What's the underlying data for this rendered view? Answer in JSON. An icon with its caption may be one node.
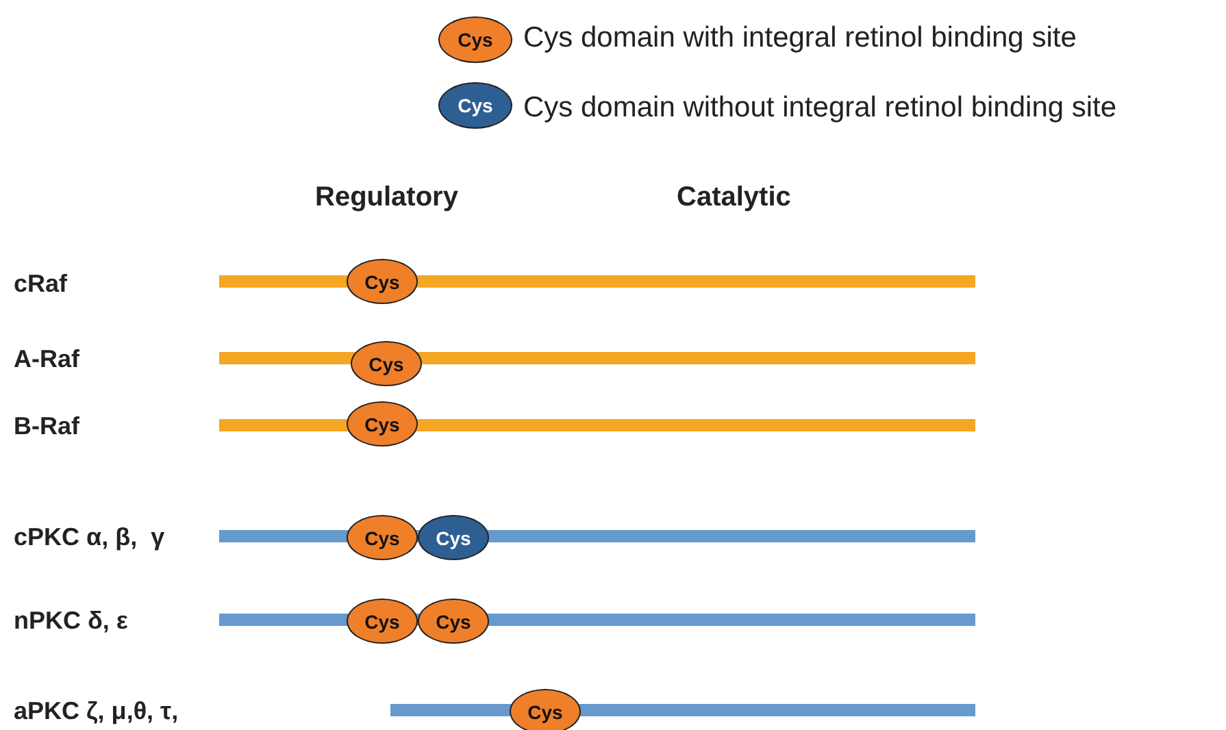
{
  "diagram": {
    "nodes": [
      {
        "text": [],
        "shape": "bar"
      },
      {
        "text": [
          "Cys"
        ]
      },
      {
        "text": [],
        "shape": "bar"
      },
      {
        "text": [
          "Cys"
        ]
      },
      {
        "text": [],
        "shape": "bar"
      },
      {
        "text": [
          "Cys"
        ]
      },
      {
        "text": [],
        "shape": "bar"
      },
      {
        "text": [
          "Cys"
        ]
      },
      {
        "text": [
          "Cys"
        ]
      },
      {
        "text": [],
        "shape": "bar"
      },
      {
        "text": [
          "Cys"
        ]
      },
      {
        "text": [
          "Cys"
        ]
      },
      {
        "text": [],
        "shape": "bar"
      },
      {
        "text": [
          "Cys"
        ]
      }
    ],
    "edges": [],
    "labels": [
      "Cys",
      "Cys",
      "Regulatory",
      "Catalytic",
      "cRaf",
      "A-Raf",
      "B-Raf",
      "cPKC α, β,  γ",
      "nPKC δ, ε",
      "aPKC ζ, μ,θ, τ,"
    ],
    "legend": [
      {
        "text": "Cys domain with integral retinol binding site",
        "color": "#f07f2a"
      },
      {
        "text": "Cys domain without integral retinol binding site",
        "color": "#2e5f93"
      }
    ]
  }
}
